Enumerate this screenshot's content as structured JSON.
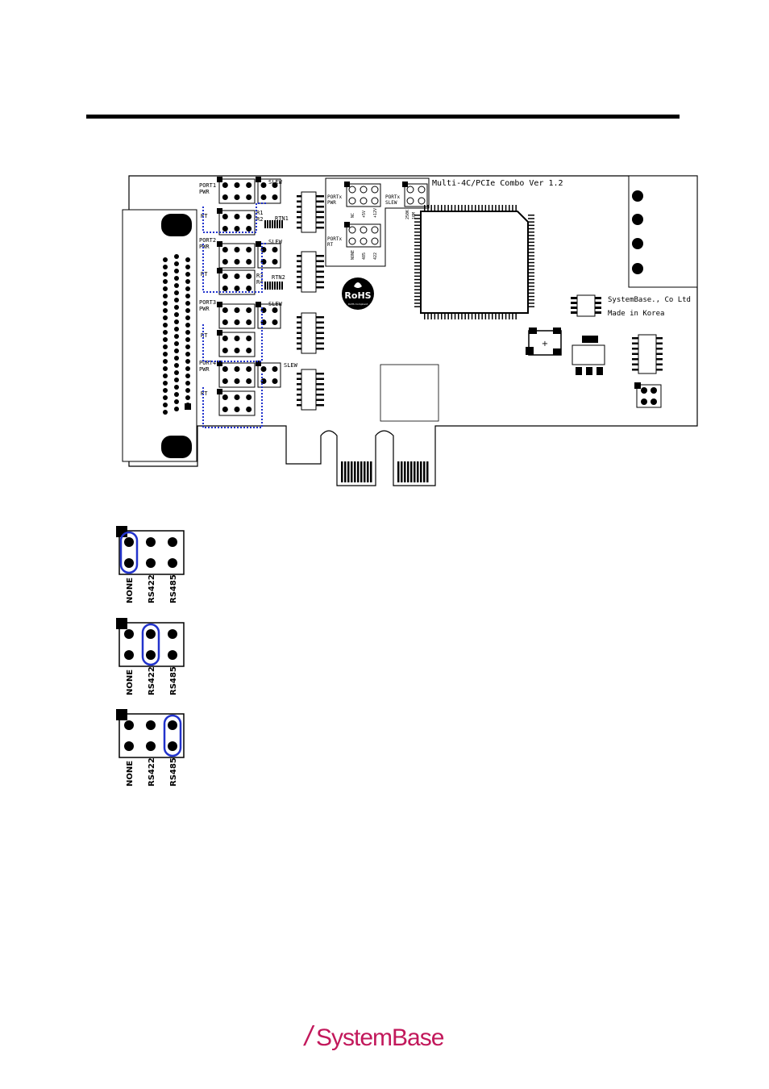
{
  "board": {
    "title": "Multi-4C/PCIe Combo Ver 1.2",
    "maker": "SystemBase., Co Ltd",
    "origin": "Made in Korea",
    "rohs": "RoHS",
    "rohs_sub": "RoHS Compliant",
    "legend": {
      "pwr": "PORTx PWR",
      "slew": "PORTx SLEW",
      "rt": "PORTx RT",
      "pwr_pins": [
        "NC",
        "+5V",
        "+12V"
      ],
      "slew_pins": [
        "250K",
        "10M"
      ],
      "rt_pins": [
        "NONE",
        "485",
        "422"
      ]
    },
    "ports": [
      {
        "name": "PORT1",
        "pwr": "PWR",
        "rt": "RT",
        "slew": "SLEW",
        "rtn": "RTN1"
      },
      {
        "name": "PORT2",
        "pwr": "PWR",
        "rt": "RT",
        "slew": "SLEW",
        "rtn": "RTN2"
      },
      {
        "name": "PORT3",
        "pwr": "PWR",
        "rt": "RT",
        "slew": "SLEW",
        "rtn": ""
      },
      {
        "name": "PORT4",
        "pwr": "PWR",
        "rt": "RT",
        "slew": "SLEW",
        "rtn": ""
      }
    ],
    "resistors": [
      "R1",
      "R2",
      "R3",
      "R4"
    ]
  },
  "jumpers": [
    {
      "labels": [
        "NONE",
        "RS422",
        "RS485"
      ],
      "selected": "NONE"
    },
    {
      "labels": [
        "NONE",
        "RS422",
        "RS485"
      ],
      "selected": "RS422"
    },
    {
      "labels": [
        "NONE",
        "RS422",
        "RS485"
      ],
      "selected": "RS485"
    }
  ],
  "footer": {
    "logo_prefix": "/",
    "logo_text": "SystemBase"
  },
  "colors": {
    "highlight": "#2233cc",
    "logo": "#c2185b"
  }
}
